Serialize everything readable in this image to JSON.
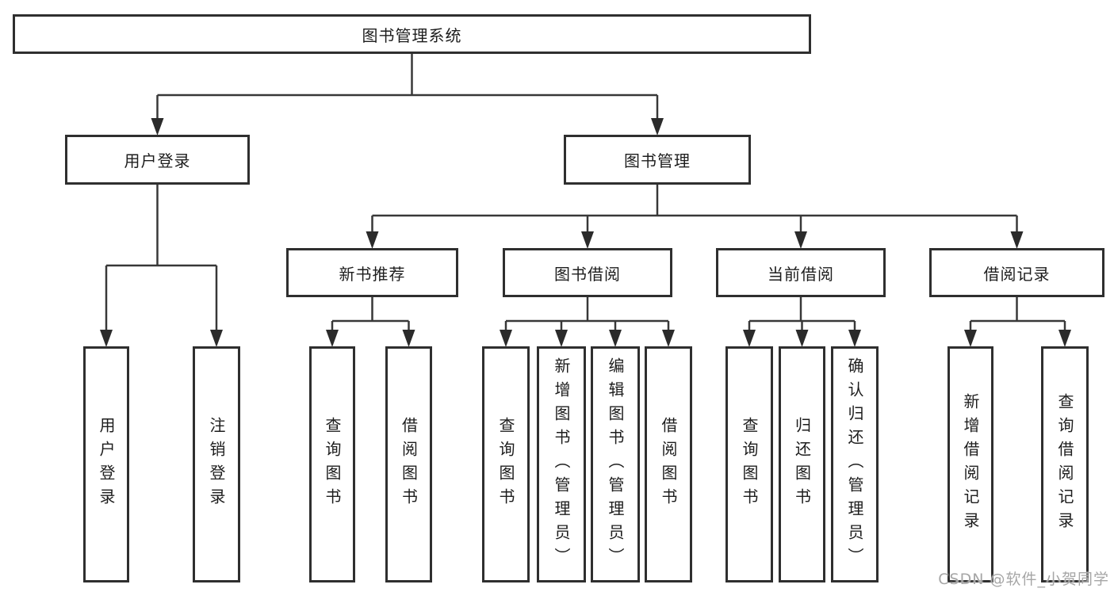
{
  "title": "图书管理系统",
  "watermark": {
    "text": "CSDN @软件_小贺同学"
  },
  "colors": {
    "box_border": "#2f2f2f",
    "line": "#383838",
    "arrow_fill": "#2b2b2b",
    "text": "#1d1d1d",
    "watermark": "#a6a6a6",
    "background": "#ffffff"
  },
  "nodes": [
    {
      "id": "library-system",
      "label": "图书管理系统",
      "parent": null,
      "orientation": "horizontal"
    },
    {
      "id": "user-login",
      "label": "用户登录",
      "parent": "library-system",
      "orientation": "horizontal"
    },
    {
      "id": "book-management",
      "label": "图书管理",
      "parent": "library-system",
      "orientation": "horizontal"
    },
    {
      "id": "new-book-recommend",
      "label": "新书推荐",
      "parent": "book-management",
      "orientation": "horizontal"
    },
    {
      "id": "book-borrowing",
      "label": "图书借阅",
      "parent": "book-management",
      "orientation": "horizontal"
    },
    {
      "id": "current-borrowing",
      "label": "当前借阅",
      "parent": "book-management",
      "orientation": "horizontal"
    },
    {
      "id": "borrowing-records",
      "label": "借阅记录",
      "parent": "book-management",
      "orientation": "horizontal"
    },
    {
      "id": "leaf-user-login",
      "label": "用户登录",
      "parent": "user-login",
      "orientation": "vertical"
    },
    {
      "id": "leaf-logout",
      "label": "注销登录",
      "parent": "user-login",
      "orientation": "vertical"
    },
    {
      "id": "leaf-query-books-1",
      "label": "查询图书",
      "parent": "new-book-recommend",
      "orientation": "vertical"
    },
    {
      "id": "leaf-borrow-books-1",
      "label": "借阅图书",
      "parent": "new-book-recommend",
      "orientation": "vertical"
    },
    {
      "id": "leaf-query-books-2",
      "label": "查询图书",
      "parent": "book-borrowing",
      "orientation": "vertical"
    },
    {
      "id": "leaf-add-books",
      "label": "新增图书（管理员）",
      "parent": "book-borrowing",
      "orientation": "vertical"
    },
    {
      "id": "leaf-edit-books",
      "label": "编辑图书（管理员）",
      "parent": "book-borrowing",
      "orientation": "vertical"
    },
    {
      "id": "leaf-borrow-books-2",
      "label": "借阅图书",
      "parent": "book-borrowing",
      "orientation": "vertical"
    },
    {
      "id": "leaf-query-books-3",
      "label": "查询图书",
      "parent": "current-borrowing",
      "orientation": "vertical"
    },
    {
      "id": "leaf-return-books",
      "label": "归还图书",
      "parent": "current-borrowing",
      "orientation": "vertical"
    },
    {
      "id": "leaf-confirm-return",
      "label": "确认归还（管理员）",
      "parent": "current-borrowing",
      "orientation": "vertical"
    },
    {
      "id": "leaf-add-borrow-record",
      "label": "新增借阅记录",
      "parent": "borrowing-records",
      "orientation": "vertical"
    },
    {
      "id": "leaf-query-borrow-record",
      "label": "查询借阅记录",
      "parent": "borrowing-records",
      "orientation": "vertical"
    }
  ]
}
